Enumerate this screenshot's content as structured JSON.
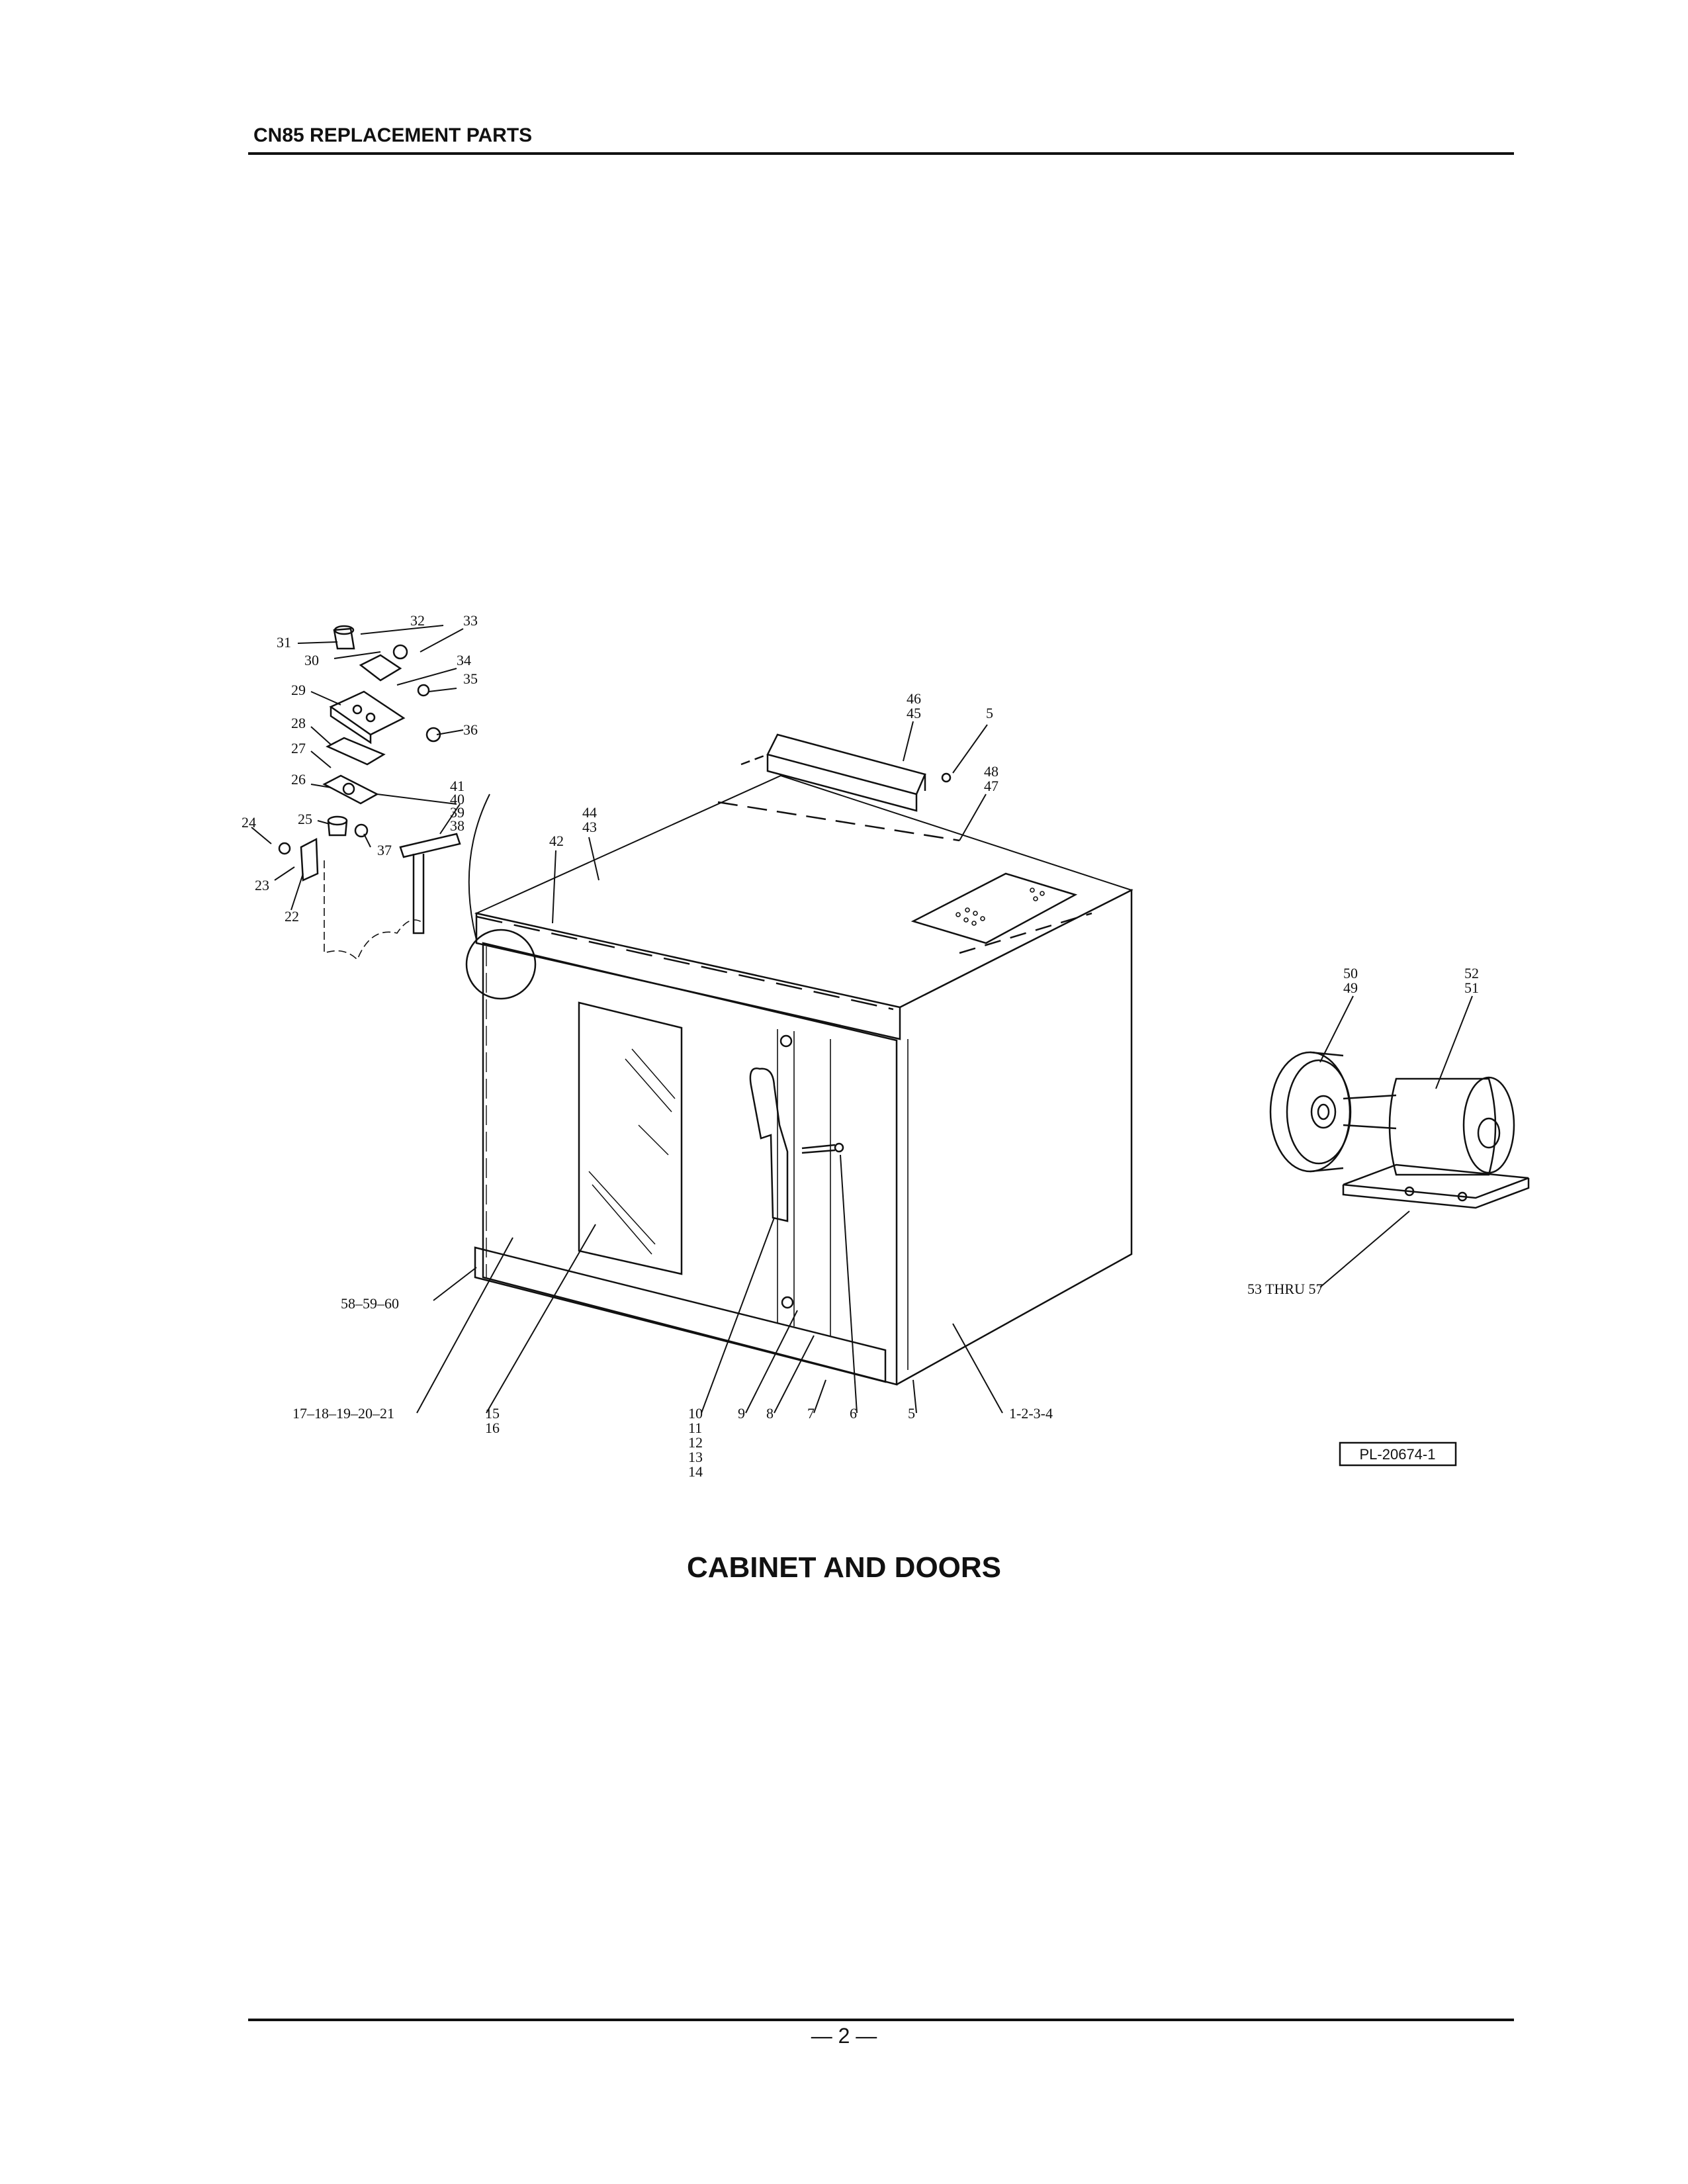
{
  "header": {
    "title": "CN85 REPLACEMENT PARTS"
  },
  "caption": "CABINET AND DOORS",
  "figure_ref": "PL-20674-1",
  "page_number": "— 2 —",
  "callouts": {
    "c1_4": "1-2-3-4",
    "c5a": "5",
    "c5b": "5",
    "c6": "6",
    "c7": "7",
    "c8": "8",
    "c9": "9",
    "c10": "10",
    "c11": "11",
    "c12": "12",
    "c13": "13",
    "c14": "14",
    "c15": "15",
    "c16": "16",
    "c17_21": "17–18–19–20–21",
    "c22": "22",
    "c23": "23",
    "c24": "24",
    "c25": "25",
    "c26": "26",
    "c27": "27",
    "c28": "28",
    "c29": "29",
    "c30": "30",
    "c31": "31",
    "c32": "32",
    "c33": "33",
    "c34": "34",
    "c35": "35",
    "c36": "36",
    "c37": "37",
    "c38": "38",
    "c39": "39",
    "c40": "40",
    "c41": "41",
    "c42": "42",
    "c43": "43",
    "c44": "44",
    "c45": "45",
    "c46": "46",
    "c47": "47",
    "c48": "48",
    "c49": "49",
    "c50": "50",
    "c51": "51",
    "c52": "52",
    "c53_57": "53 THRU 57",
    "c58_60": "58–59–60"
  }
}
